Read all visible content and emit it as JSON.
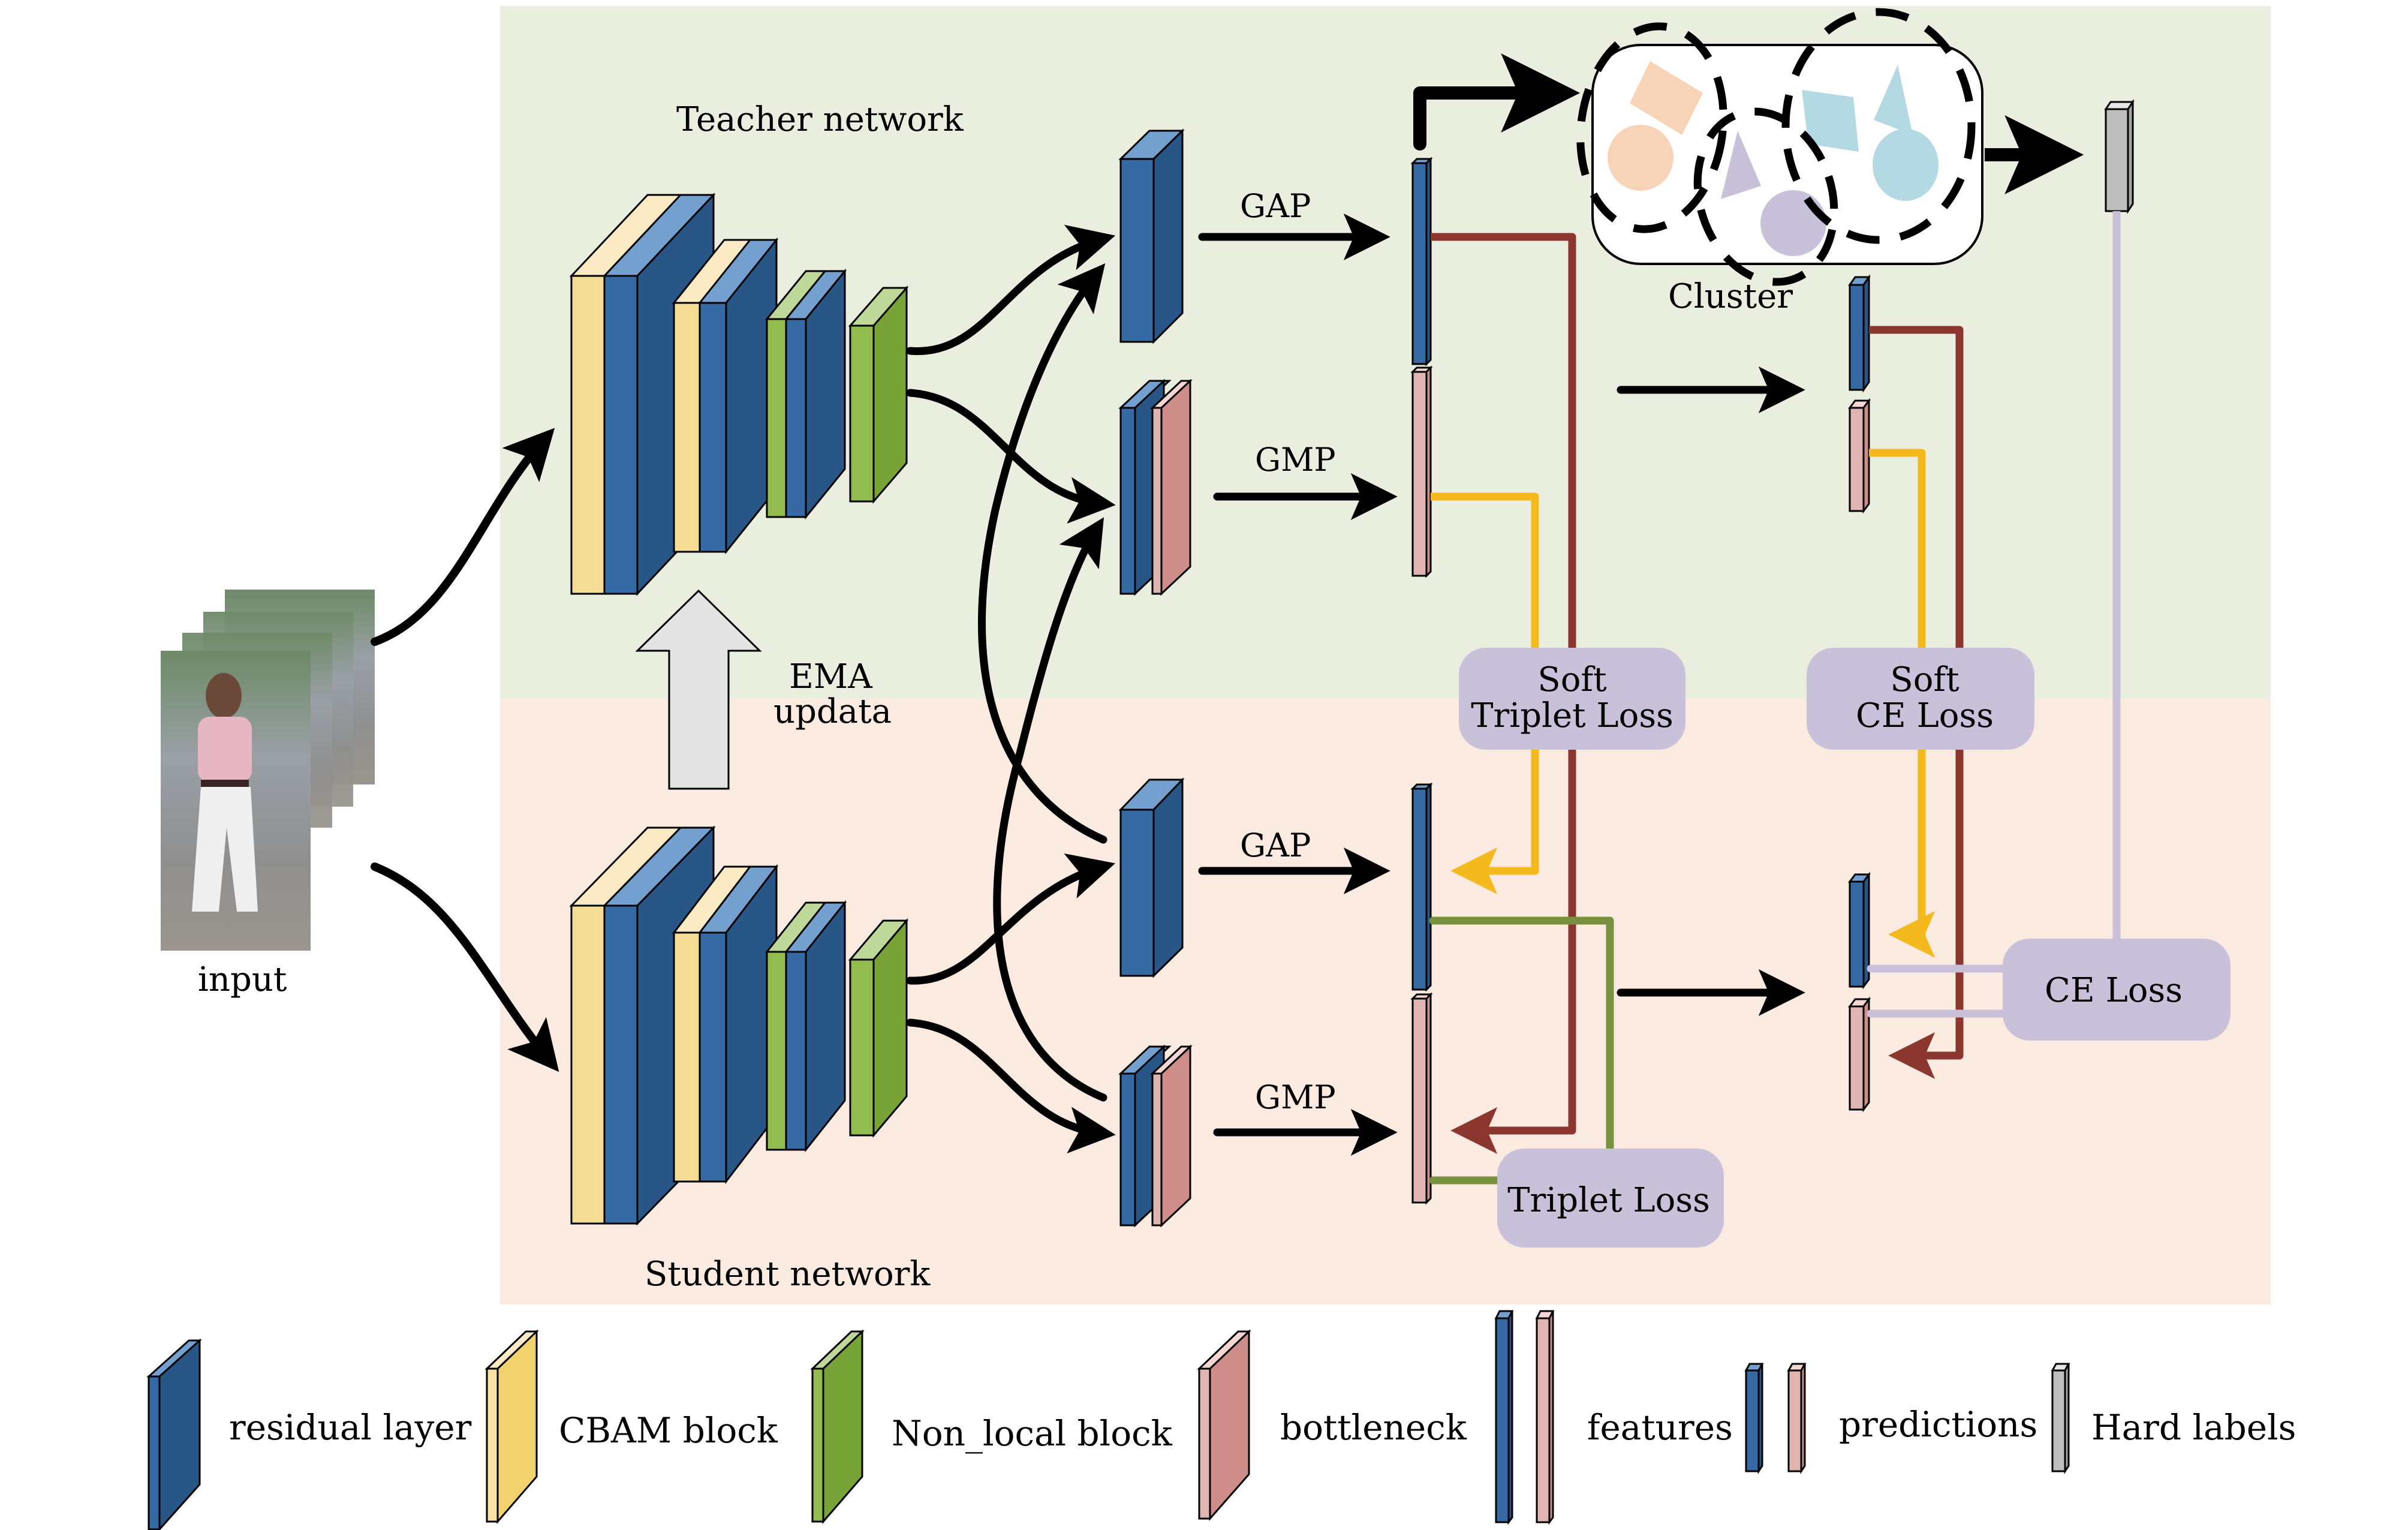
{
  "regions": {
    "teacher": {
      "label": "Teacher network",
      "color": "#eaeede"
    },
    "student": {
      "label": "Student network",
      "color": "#faeadf"
    }
  },
  "input": {
    "label": "input"
  },
  "ema": {
    "line1": "EMA",
    "line2": "updata"
  },
  "pooling": {
    "gap_label": "GAP",
    "gmp_label": "GMP"
  },
  "cluster": {
    "label": "Cluster"
  },
  "losses": {
    "soft_triplet": {
      "line1": "Soft",
      "line2": "Triplet Loss"
    },
    "soft_ce": {
      "line1": "Soft",
      "line2": "CE Loss"
    },
    "ce": {
      "label": "CE Loss"
    },
    "triplet": {
      "label": "Triplet Loss"
    },
    "box_color": "#c9c0d9"
  },
  "connector_colors": {
    "triplet_soft_yellow": "#f3b91d",
    "ce_soft_red": "#8b362e",
    "triplet_green": "#78913f",
    "hard_label_lilac": "#c9c0d9"
  },
  "legend": {
    "items": [
      {
        "label": "residual layer",
        "color": "#356aa5"
      },
      {
        "label": "CBAM block",
        "color": "#f4d56f"
      },
      {
        "label": "Non_local block",
        "color": "#7aa43a"
      },
      {
        "label": "bottleneck",
        "color": "#d18e8a"
      },
      {
        "label": "features",
        "color": "#356aa5"
      },
      {
        "label": "predictions",
        "color": "#356aa5"
      },
      {
        "label": "Hard labels",
        "color": "#bdbdbd"
      }
    ]
  }
}
